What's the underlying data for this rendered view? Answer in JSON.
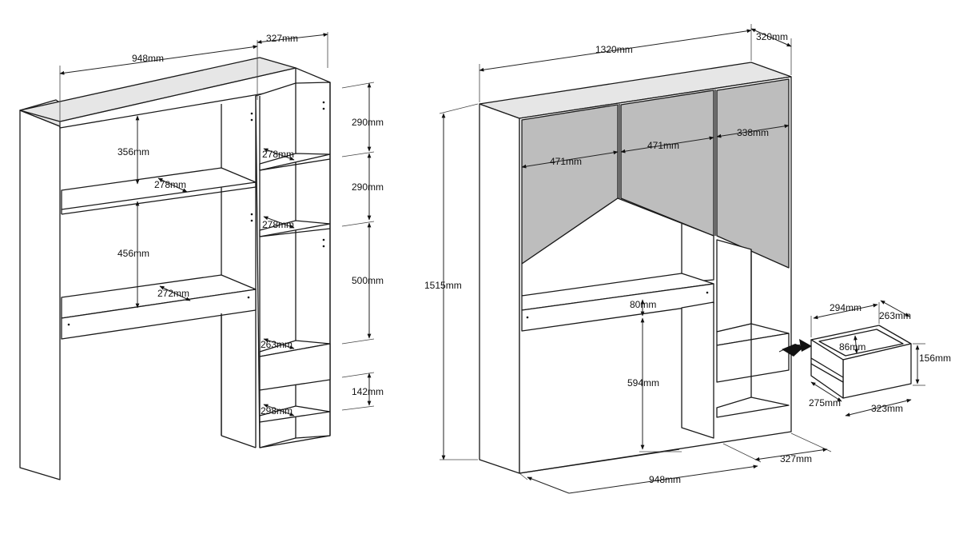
{
  "left_unit": {
    "width": "948mm",
    "depth": "327mm",
    "upper_gap": "356mm",
    "shelf_upper": "278mm",
    "lower_gap": "456mm",
    "desk_depth": "272mm",
    "right_col_top": "290mm",
    "right_col_mid": "290mm",
    "right_col_low": "500mm",
    "right_col_bottom": "142mm",
    "shelf_a": "278mm",
    "shelf_b": "278mm",
    "drawer_shelf": "263mm",
    "base_shelf": "298mm"
  },
  "right_unit": {
    "total_width": "1320mm",
    "total_depth": "320mm",
    "height": "1515mm",
    "door_left": "471mm",
    "door_mid": "471mm",
    "door_right": "338mm",
    "desk_thickness": "80mm",
    "desk_height": "594mm",
    "base_width": "948mm",
    "base_depth": "327mm"
  },
  "drawer": {
    "width": "294mm",
    "depth": "263mm",
    "inner_height": "86mm",
    "height": "156mm",
    "outer_depth": "275mm",
    "outer_width": "323mm"
  }
}
